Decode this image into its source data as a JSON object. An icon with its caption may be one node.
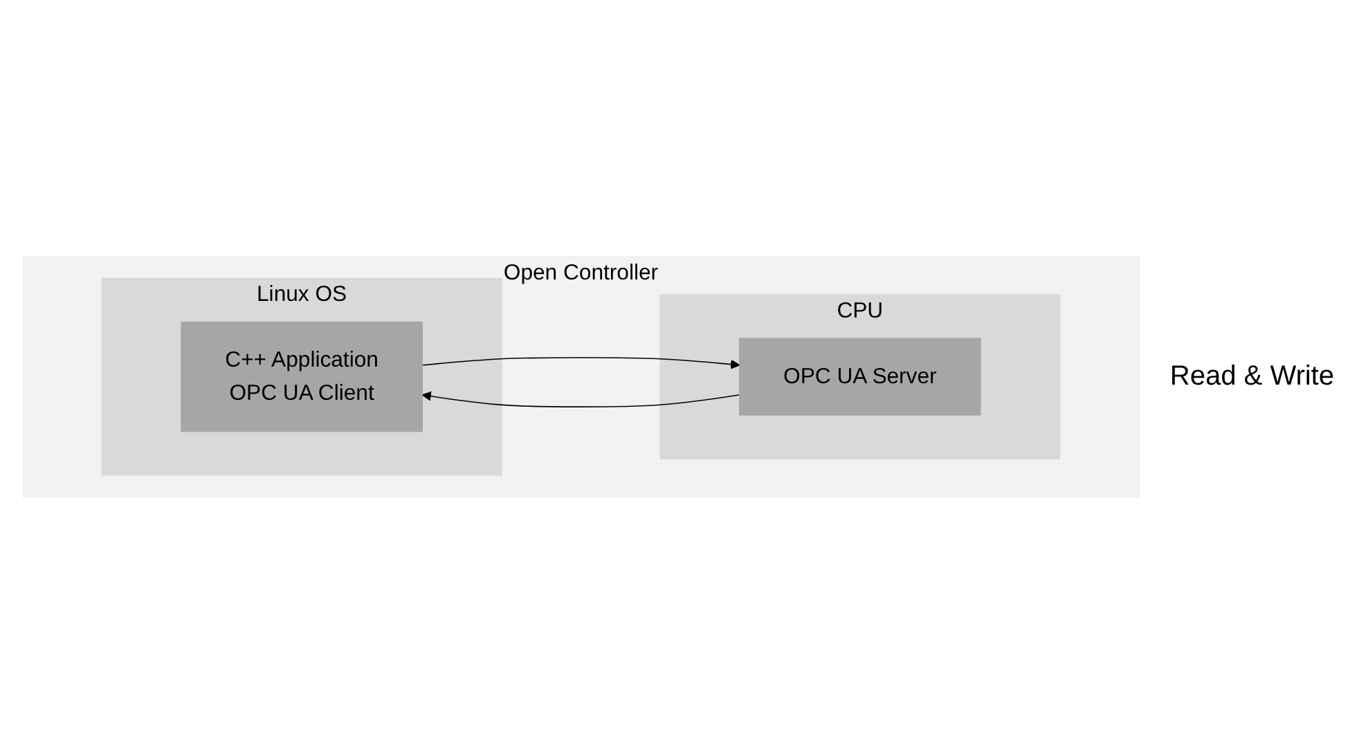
{
  "diagram": {
    "nodes": [
      {
        "text": [
          "Open Controller"
        ]
      },
      {
        "text": [
          "CPU"
        ],
        "in": 0
      },
      {
        "text": [
          "OPC UA Server"
        ],
        "in": 1
      },
      {
        "text": [
          "Linux OS"
        ],
        "in": 0
      },
      {
        "text": [
          "C++ Application",
          "OPC UA Client"
        ],
        "in": 3
      }
    ],
    "edges": [
      {
        "from": 4,
        "to": 2,
        "arrow": "to"
      },
      {
        "from": 2,
        "to": 4,
        "arrow": "to"
      }
    ],
    "labels": [
      "Read & Write"
    ]
  }
}
